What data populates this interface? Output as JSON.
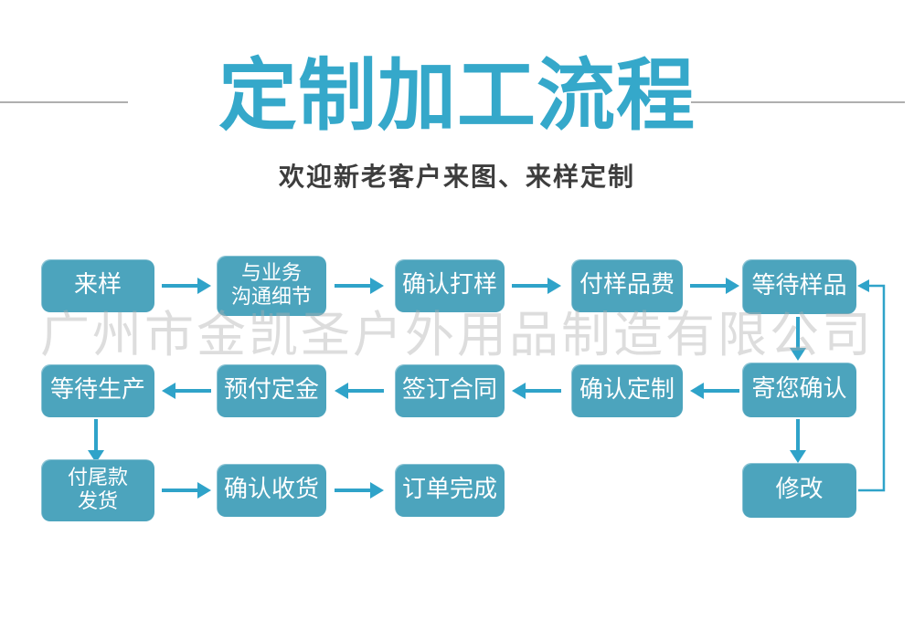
{
  "header": {
    "title": "定制加工流程",
    "subtitle": "欢迎新老客户来图、来样定制"
  },
  "watermark": "广州市金凯圣户外用品制造有限公司",
  "colors": {
    "box": "#4CA4BD",
    "arrow": "#2FA3C9",
    "title": "#35A8CA",
    "subtitle": "#3D3D3D",
    "divider": "#AFAFAF"
  },
  "flow": {
    "boxes": [
      {
        "label": "来样"
      },
      {
        "label": "与业务\n沟通细节"
      },
      {
        "label": "确认打样"
      },
      {
        "label": "付样品费"
      },
      {
        "label": "等待样品"
      },
      {
        "label": "寄您确认"
      },
      {
        "label": "确认定制"
      },
      {
        "label": "签订合同"
      },
      {
        "label": "预付定金"
      },
      {
        "label": "等待生产"
      },
      {
        "label": "付尾款\n发货"
      },
      {
        "label": "确认收货"
      },
      {
        "label": "订单完成"
      },
      {
        "label": "修改"
      }
    ]
  }
}
